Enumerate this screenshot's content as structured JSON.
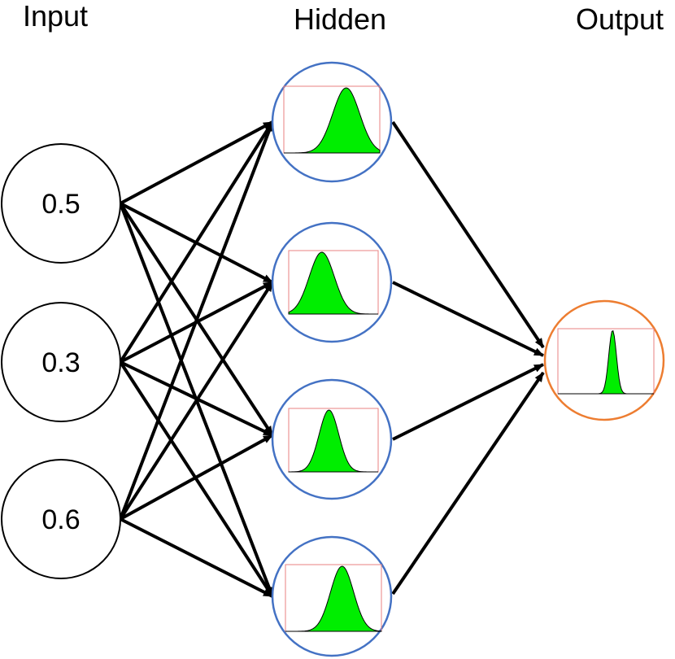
{
  "layers": {
    "input_label": "Input",
    "hidden_label": "Hidden",
    "output_label": "Output"
  },
  "input_values": [
    "0.5",
    "0.3",
    "0.6"
  ],
  "colors": {
    "input_stroke": "#000000",
    "hidden_stroke": "#4472c4",
    "output_stroke": "#ed7d31",
    "distribution_fill": "#00ee00",
    "distribution_box": "#e88080",
    "arrow": "#000000"
  },
  "hidden_distributions": [
    {
      "mean": 0.65,
      "sd": 0.14
    },
    {
      "mean": 0.37,
      "sd": 0.14
    },
    {
      "mean": 0.45,
      "sd": 0.11
    },
    {
      "mean": 0.59,
      "sd": 0.12
    }
  ],
  "output_distribution": {
    "mean": 0.57,
    "sd": 0.04
  }
}
